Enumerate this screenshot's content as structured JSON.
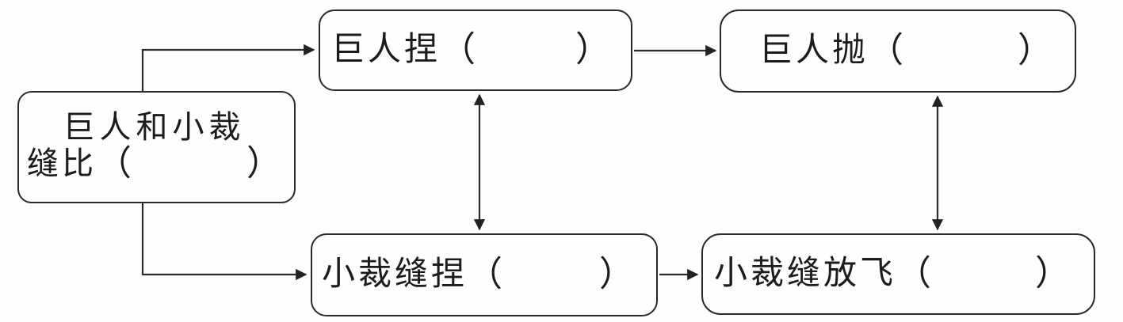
{
  "diagram": {
    "title_hint": "story flow chart",
    "line_color": "#2b2b2b",
    "background": "#fefefe",
    "nodes": {
      "compare": {
        "line1": "巨人和小裁",
        "line2_label": "缝比",
        "paren_open": "（",
        "paren_close": "）"
      },
      "giant_pinch": {
        "label": "巨人捏",
        "paren_open": "（",
        "paren_close": "）"
      },
      "giant_throw": {
        "label": "巨人抛",
        "paren_open": "（",
        "paren_close": "）"
      },
      "tailor_pinch": {
        "label": "小裁缝捏",
        "paren_open": "（",
        "paren_close": "）"
      },
      "tailor_release": {
        "label": "小裁缝放飞",
        "paren_open": "（",
        "paren_close": "）"
      }
    }
  }
}
